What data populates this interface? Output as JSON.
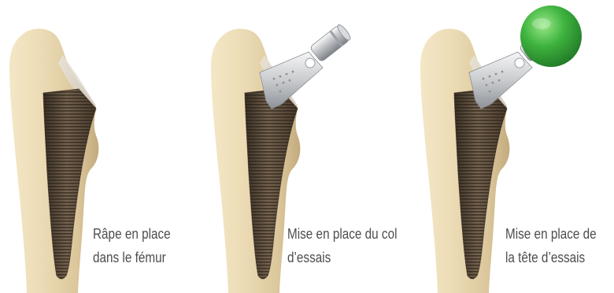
{
  "figures": [
    {
      "caption": {
        "line1": "Râpe en place",
        "line2": "dans le fémur"
      }
    },
    {
      "caption": {
        "line1": "Mise en place du col",
        "line2": "d’essais"
      }
    },
    {
      "caption": {
        "line1": "Mise en place de",
        "line2": "la tête d’essais"
      }
    }
  ],
  "colors": {
    "bone": "#e7d6ae",
    "rasp": "#5b4b3a",
    "trial_neck": "#bfc2c6",
    "trial_head": "#3fb43f",
    "caption_text": "#4d4d4d"
  }
}
